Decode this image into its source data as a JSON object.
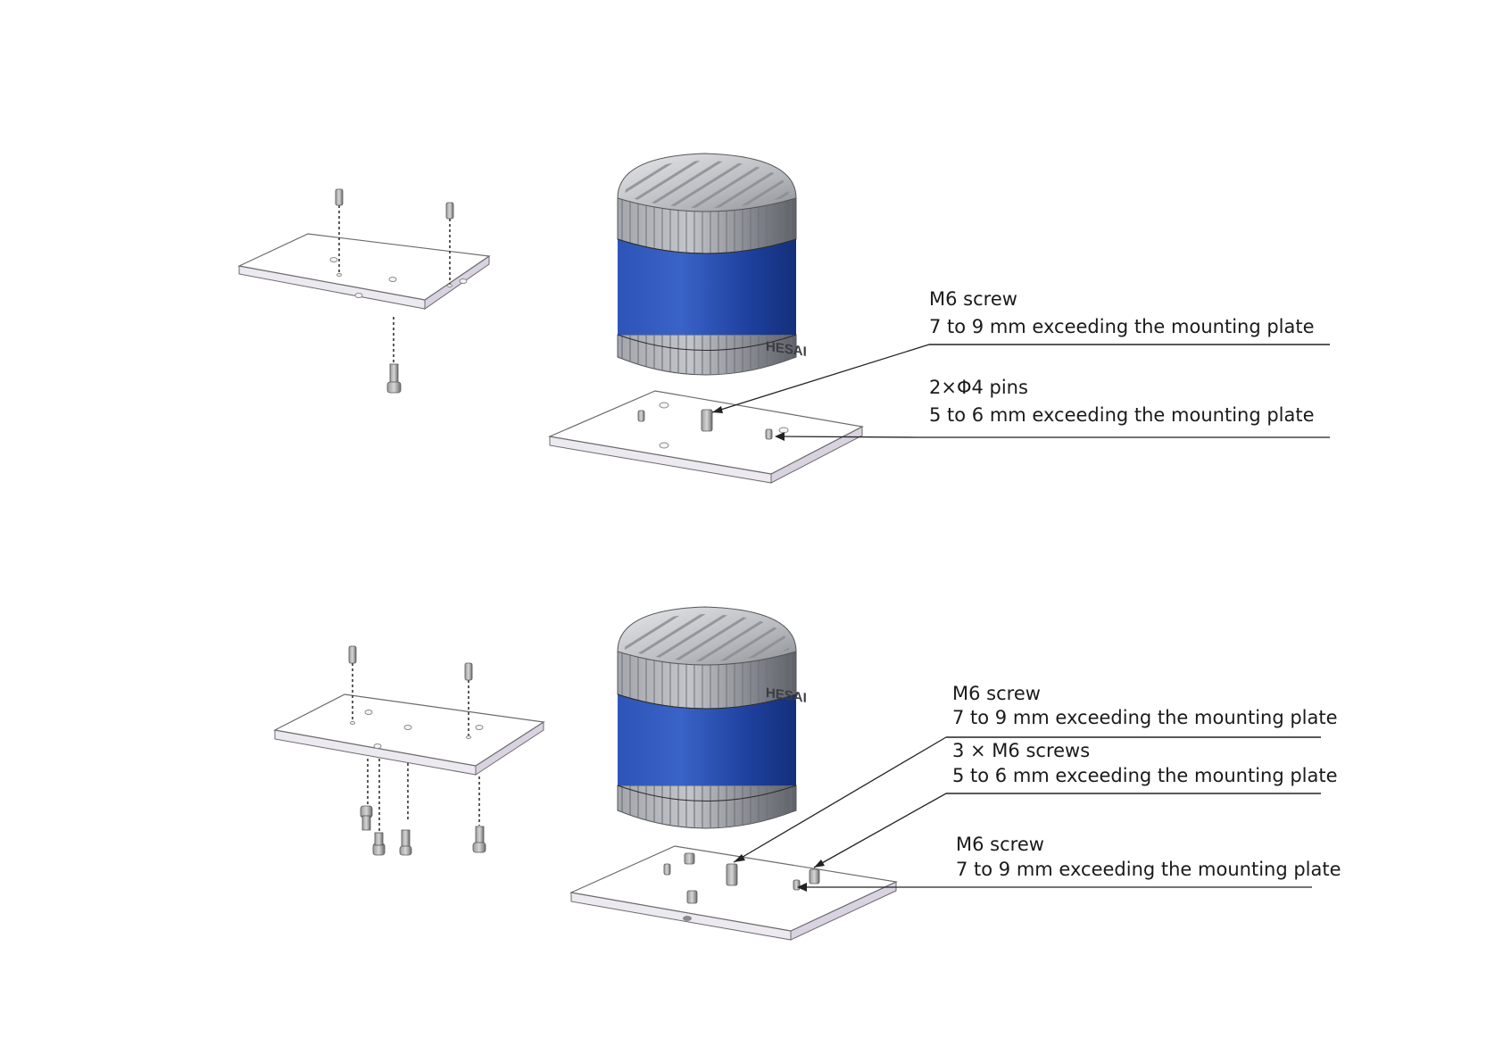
{
  "logo_text": "HESAI",
  "colors": {
    "housing_blue": "#1f45a8",
    "housing_gray": "#8c8e94",
    "plate_side": "#d9d3e1",
    "text": "#1a1a1a"
  },
  "top_figure": {
    "callouts": [
      {
        "line1": "M6 screw",
        "line2": "7 to 9 mm exceeding the mounting plate"
      },
      {
        "line1": "2×Φ4 pins",
        "line2": "5 to 6 mm exceeding the mounting plate"
      }
    ]
  },
  "bottom_figure": {
    "callouts": [
      {
        "line1": "M6 screw",
        "line2": "7 to 9 mm exceeding the mounting plate"
      },
      {
        "line1": "3 × M6 screws",
        "line2": "5 to 6 mm exceeding the mounting plate"
      },
      {
        "line1": "M6 screw",
        "line2": "7 to 9 mm exceeding the mounting plate"
      }
    ]
  }
}
